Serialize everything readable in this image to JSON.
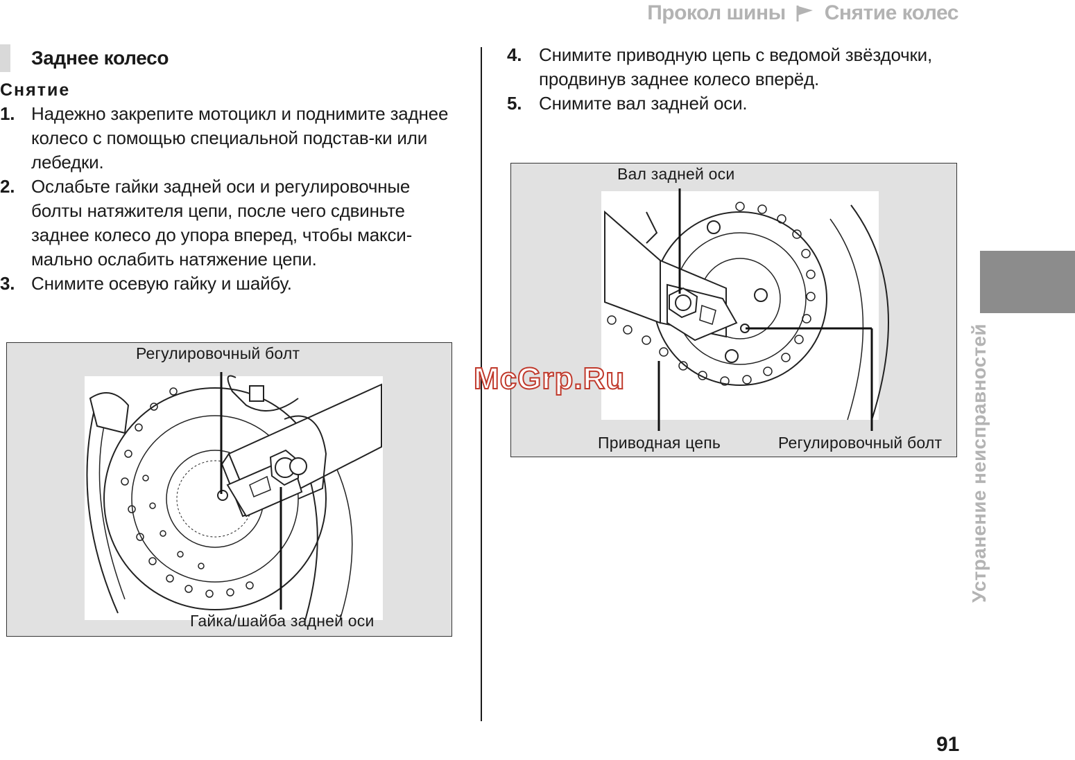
{
  "header": {
    "crumb_1": "Прокол шины",
    "crumb_2": "Снятие колес",
    "flag_icon": "flag-arrow-icon"
  },
  "section": {
    "title": "Заднее колесо",
    "subtitle": "Снятие"
  },
  "steps_left": [
    {
      "num": "1.",
      "text": "Надежно закрепите мотоцикл и поднимите заднее колесо с помощью специальной подстав-ки или лебедки."
    },
    {
      "num": "2.",
      "text": "Ослабьте гайки задней оси и регулировочные болты натяжителя цепи, после чего сдвиньте заднее колесо до упора вперед, чтобы макси-мально ослабить натяжение цепи."
    },
    {
      "num": "3.",
      "text": "Снимите осевую гайку и шайбу."
    }
  ],
  "steps_right": [
    {
      "num": "4.",
      "text": "Снимите приводную цепь с ведомой звёздочки, продвинув заднее колесо вперёд."
    },
    {
      "num": "5.",
      "text": "Снимите вал задней оси."
    }
  ],
  "figure_left": {
    "label_top": "Регулировочный болт",
    "label_bottom": "Гайка/шайба задней оси"
  },
  "figure_right": {
    "label_top": "Вал задней оси",
    "label_bottom_left": "Приводная цепь",
    "label_bottom_right": "Регулировочный болт"
  },
  "side_tab": {
    "text": "Устранение неисправностей",
    "color": "#8c8c8c"
  },
  "watermark": "McGrp.Ru",
  "page_number": "91"
}
